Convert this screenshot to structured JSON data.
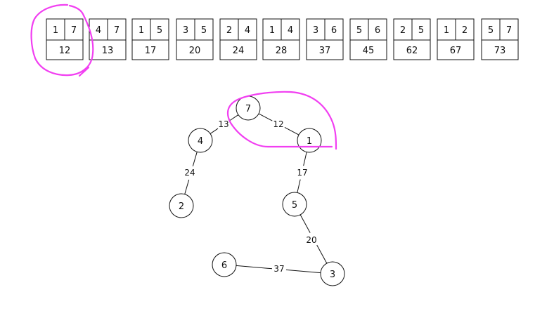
{
  "sorted_edges": [
    {
      "u": "1",
      "v": "7",
      "weight": "12"
    },
    {
      "u": "4",
      "v": "7",
      "weight": "13"
    },
    {
      "u": "1",
      "v": "5",
      "weight": "17"
    },
    {
      "u": "3",
      "v": "5",
      "weight": "20"
    },
    {
      "u": "2",
      "v": "4",
      "weight": "24"
    },
    {
      "u": "1",
      "v": "4",
      "weight": "28"
    },
    {
      "u": "3",
      "v": "6",
      "weight": "37"
    },
    {
      "u": "5",
      "v": "6",
      "weight": "45"
    },
    {
      "u": "2",
      "v": "5",
      "weight": "62"
    },
    {
      "u": "1",
      "v": "2",
      "weight": "67"
    },
    {
      "u": "5",
      "v": "7",
      "weight": "73"
    }
  ],
  "graph": {
    "nodes": [
      "7",
      "4",
      "1",
      "2",
      "5",
      "6",
      "3"
    ],
    "edges": [
      {
        "from": "7",
        "to": "4",
        "weight": "13"
      },
      {
        "from": "7",
        "to": "1",
        "weight": "12"
      },
      {
        "from": "4",
        "to": "2",
        "weight": "24"
      },
      {
        "from": "1",
        "to": "5",
        "weight": "17"
      },
      {
        "from": "5",
        "to": "3",
        "weight": "20"
      },
      {
        "from": "6",
        "to": "3",
        "weight": "37"
      }
    ]
  },
  "annotations": {
    "color": "#f13ff1",
    "marks": [
      "circle-around-first-edge-card",
      "loop-around-edge-7-1"
    ]
  }
}
